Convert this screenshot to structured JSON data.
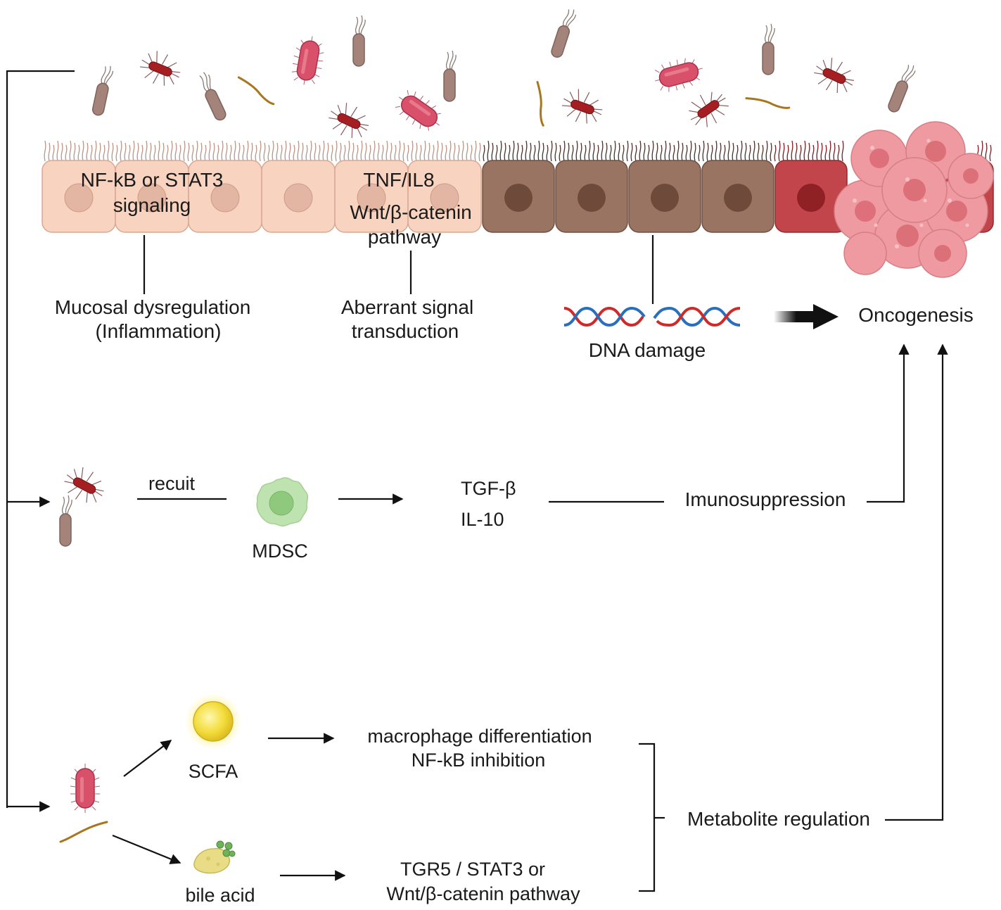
{
  "epithelium": {
    "cell_label_1_line1": "NF-kB or STAT3",
    "cell_label_1_line2": "signaling",
    "cell_label_2_line1": "TNF/IL8",
    "cell_label_2_line2": "Wnt/β-catenin",
    "cell_label_2_line3": "pathway"
  },
  "effects": {
    "mucosal_line1": "Mucosal dysregulation",
    "mucosal_line2": "(Inflammation)",
    "aberrant_line1": "Aberrant signal",
    "aberrant_line2": "transduction",
    "dna_damage": "DNA damage",
    "oncogenesis": "Oncogenesis"
  },
  "immune_row": {
    "recruit": "recuit",
    "mdsc": "MDSC",
    "tgf": "TGF-β",
    "il10": "IL-10",
    "immunosuppression": "Imunosuppression"
  },
  "metabolite_row": {
    "scfa": "SCFA",
    "bile_acid": "bile acid",
    "scfa_effect_line1": "macrophage differentiation",
    "scfa_effect_line2": "NF-kB inhibition",
    "bile_effect_line1": "TGR5 / STAT3 or",
    "bile_effect_line2": "Wnt/β-catenin pathway",
    "metabolite_regulation": "Metabolite regulation"
  },
  "colors": {
    "normal_cell": "#f7d3c0",
    "normal_nucleus": "#e2b6a2",
    "damaged_cell": "#9a7462",
    "damaged_nucleus": "#6d4a3a",
    "dysplastic_cell": "#c2454b",
    "dysplastic_nucleus": "#8f2125",
    "tumor": "#ef9aa0",
    "rod_bacterium": "#a3837a",
    "spiky_bacterium": "#a51f22",
    "pink_bacterium": "#d9506a",
    "filament": "#a8761d",
    "dna_red": "#cf2a2a",
    "dna_blue": "#2a6fbd",
    "mdsc": "#bfe3b0",
    "scfa": "#f2dc3a",
    "bile_acid": "#e8dc86"
  }
}
